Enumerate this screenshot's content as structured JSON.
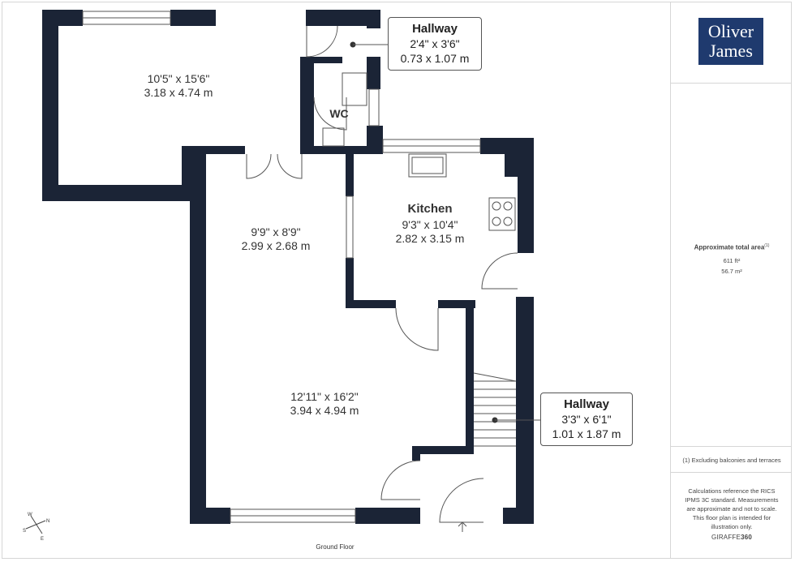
{
  "rooms": [
    {
      "id": "room-top-left",
      "dim_imperial": "10'5\" x 15'6\"",
      "dim_metric": "3.18 x 4.74 m"
    },
    {
      "id": "room-middle",
      "dim_imperial": "9'9\" x 8'9\"",
      "dim_metric": "2.99 x 2.68 m"
    },
    {
      "id": "kitchen",
      "name": "Kitchen",
      "dim_imperial": "9'3\" x 10'4\"",
      "dim_metric": "2.82 x 3.15 m"
    },
    {
      "id": "room-bottom",
      "dim_imperial": "12'11\" x 16'2\"",
      "dim_metric": "3.94 x 4.94 m"
    },
    {
      "id": "wc",
      "name": "WC"
    }
  ],
  "callouts": [
    {
      "id": "hallway-top",
      "name": "Hallway",
      "dim_imperial": "2'4\" x 3'6\"",
      "dim_metric": "0.73 x 1.07 m"
    },
    {
      "id": "hallway-right",
      "name": "Hallway",
      "dim_imperial": "3'3\" x 6'1\"",
      "dim_metric": "1.01 x 1.87 m"
    }
  ],
  "floor_label": "Ground Floor",
  "sidebar": {
    "logo_line1": "Oliver",
    "logo_line2": "James",
    "area_title": "Approximate total area",
    "area_footnote_marker": "(1)",
    "area_ft": "611 ft²",
    "area_m": "56.7 m²",
    "excluding_note": "(1) Excluding balconies and terraces",
    "disclaimer": "Calculations reference the RICS IPMS 3C standard. Measurements are approximate and not to scale. This floor plan is intended for illustration only.",
    "brand_part1": "GIRAFFE",
    "brand_part2": "360"
  },
  "compass": {
    "n": "N",
    "e": "E",
    "s": "S",
    "w": "W"
  },
  "colors": {
    "wall": "#1b2436",
    "logo_bg": "#1f3a6e",
    "line": "#555555"
  }
}
